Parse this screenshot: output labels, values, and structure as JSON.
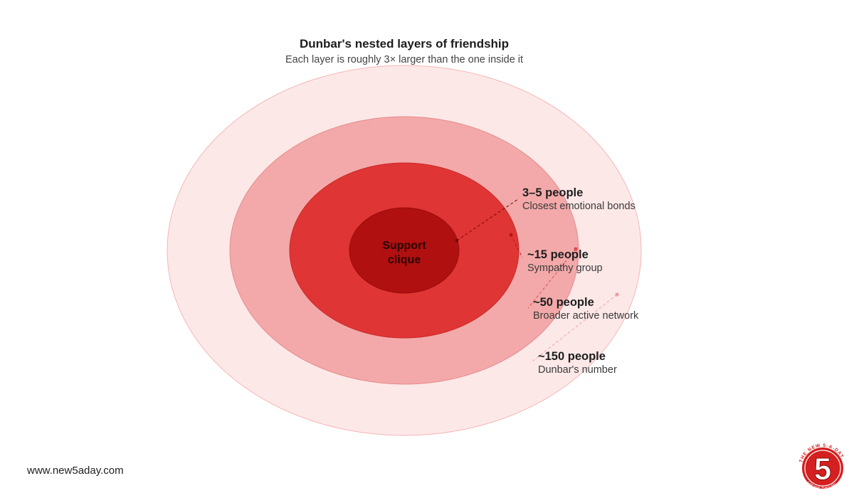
{
  "header": {
    "title": "Dunbar's nested layers of friendship",
    "subtitle": "Each layer is roughly 3× larger than the one inside it"
  },
  "diagram": {
    "center_label_line1": "Support",
    "center_label_line2": "clique",
    "layers": [
      {
        "count": "3–5 people",
        "description": "Closest emotional bonds",
        "color": "#b01010"
      },
      {
        "count": "~15 people",
        "description": "Sympathy group",
        "color": "#e03535"
      },
      {
        "count": "~50 people",
        "description": "Broader active network",
        "color": "#f3a9a9"
      },
      {
        "count": "~150 people",
        "description": "Dunbar's number",
        "color": "#fde8e8"
      }
    ]
  },
  "footer": {
    "website": "www.new5aday.com",
    "logo_number": "5",
    "logo_top_text": "THE NEW 5-A-DAY",
    "logo_bottom_text": "Live well. Every day.",
    "logo_color": "#d42020"
  }
}
